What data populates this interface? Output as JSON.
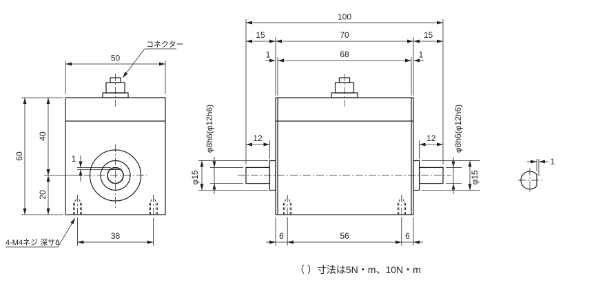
{
  "page": {
    "background": "#ffffff",
    "line_color": "#222222"
  },
  "labels": {
    "connector": "コネクター",
    "mounting_screws": "4-M4ネジ 深サ8",
    "note": "（ ）寸法は5N・m、10N・m"
  },
  "front_view": {
    "dim_width": "50",
    "dim_height_total": "60",
    "dim_height_upper": "40",
    "dim_height_lower": "20",
    "dim_flat_depth": "1",
    "dim_hole_span": "38"
  },
  "side_view": {
    "dim_total_length": "100",
    "dim_shaft_left": "15",
    "dim_body_width": "70",
    "dim_shaft_right": "15",
    "dim_gap_left": "1",
    "dim_cover_width": "68",
    "dim_gap_right": "1",
    "dim_shaft_len_left": "12",
    "dim_shaft_len_right": "12",
    "label_shaft_dia_left": "φ8h6(φ12h6)",
    "label_boss_dia_left": "φ15",
    "label_shaft_dia_right": "φ8h6(φ12h6)",
    "label_boss_dia_right": "φ15",
    "dim_hole_offset_left": "6",
    "dim_hole_pitch": "56",
    "dim_hole_offset_right": "6"
  },
  "detail_view": {
    "dim_flat_depth": "1"
  }
}
